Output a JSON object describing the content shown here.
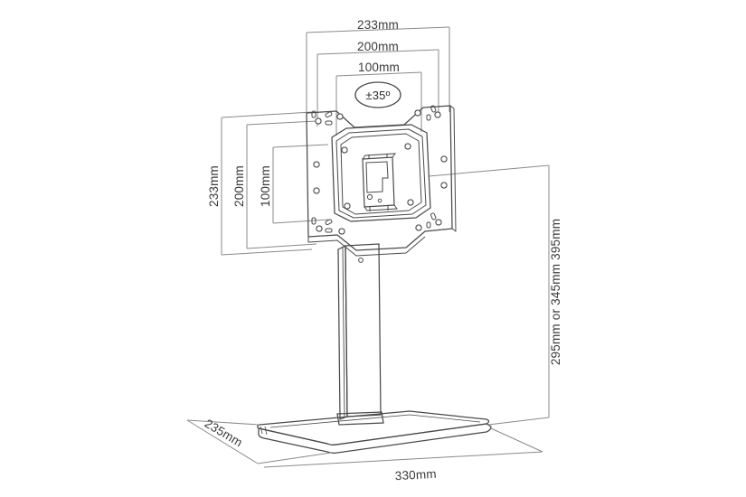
{
  "drawing": {
    "title": "Monitor desk stand technical dimension drawing",
    "background_color": "#ffffff",
    "line_color": "#8a8a8a",
    "dark_line_color": "#4a4a4a",
    "text_color": "#3a3a3a"
  },
  "dimensions": {
    "top": [
      {
        "id": "top-233",
        "label": "233mm"
      },
      {
        "id": "top-200",
        "label": "200mm"
      },
      {
        "id": "top-100",
        "label": "100mm"
      }
    ],
    "left": [
      {
        "id": "left-233",
        "label": "233mm"
      },
      {
        "id": "left-200",
        "label": "200mm"
      },
      {
        "id": "left-100",
        "label": "100mm"
      }
    ],
    "right": [
      {
        "id": "right-height",
        "label": "295mm or 345mm 395mm"
      }
    ],
    "bottom": [
      {
        "id": "depth-235",
        "label": "235mm"
      },
      {
        "id": "width-330",
        "label": "330mm"
      }
    ]
  },
  "annotations": {
    "tilt_badge": "±35º"
  },
  "parts": {
    "vesa_plate": "vesa-mount-plate",
    "tilt_mechanism": "tilt-mechanism",
    "column": "support-column",
    "base": "base-plate"
  }
}
